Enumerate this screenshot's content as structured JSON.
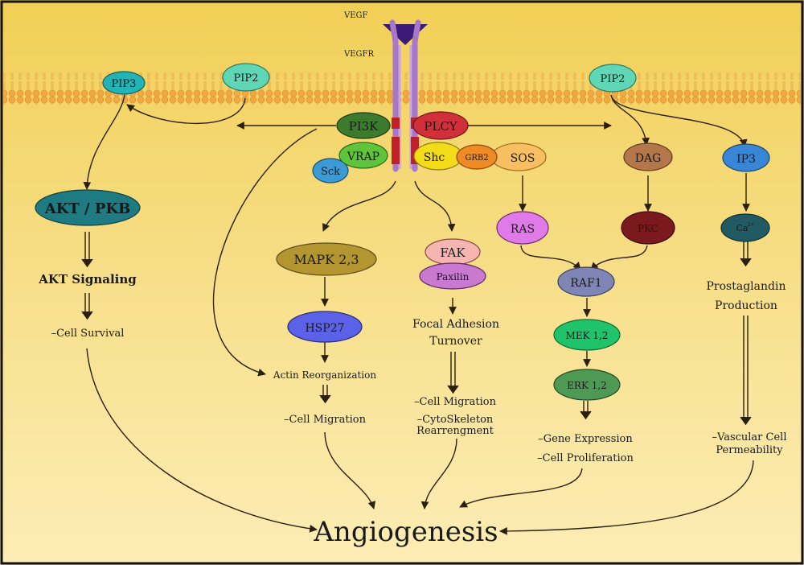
{
  "colors": {
    "background_top": "#f4d35e",
    "background_bottom": "#fbe9a8",
    "membrane": "#f3b24d",
    "receptor": "#a777c9",
    "ligand": "#3b1a78",
    "arrow": "#2b2010"
  },
  "receptor": {
    "ligand_label": "VEGF",
    "receptor_label": "VEGFR"
  },
  "nodes": {
    "pip3": "PIP3",
    "pip2_left": "PIP2",
    "pip2_right": "PIP2",
    "pi3k": "PI3K",
    "plcy": "PLCY",
    "vrap": "VRAP",
    "sck": "Sck",
    "shc": "Shc",
    "grb2": "GRB2",
    "sos": "SOS",
    "dag": "DAG",
    "ip3": "IP3",
    "akt_pkb": "AKT / PKB",
    "mapk": "MAPK 2,3",
    "fak": "FAK",
    "paxilin": "Paxilin",
    "ras": "RAS",
    "pkc": "PKC",
    "ca": "Ca",
    "ca_sup": "2+",
    "raf1": "RAF1",
    "hsp27": "HSP27",
    "mek": "MEK 1,2",
    "erk": "ERK 1,2"
  },
  "texts": {
    "akt_signaling": "AKT Signaling",
    "cell_survival": "–Cell Survival",
    "actin": "Actin Reorganization",
    "cell_migration_mid": "–Cell Migration",
    "focal_1": "Focal Adhesion",
    "focal_2": "Turnover",
    "cell_migration_fak": "–Cell Migration",
    "cyto_1": "–CytoSkeleton",
    "cyto_2": "Rearrengment",
    "prosta_1": "Prostaglandin",
    "prosta_2": "Production",
    "gene_expr": "–Gene Expression",
    "cell_prolif": "–Cell Proliferation",
    "vasc_1": "–Vascular Cell",
    "vasc_2": "Permeability",
    "angiogenesis": "Angiogenesis"
  }
}
